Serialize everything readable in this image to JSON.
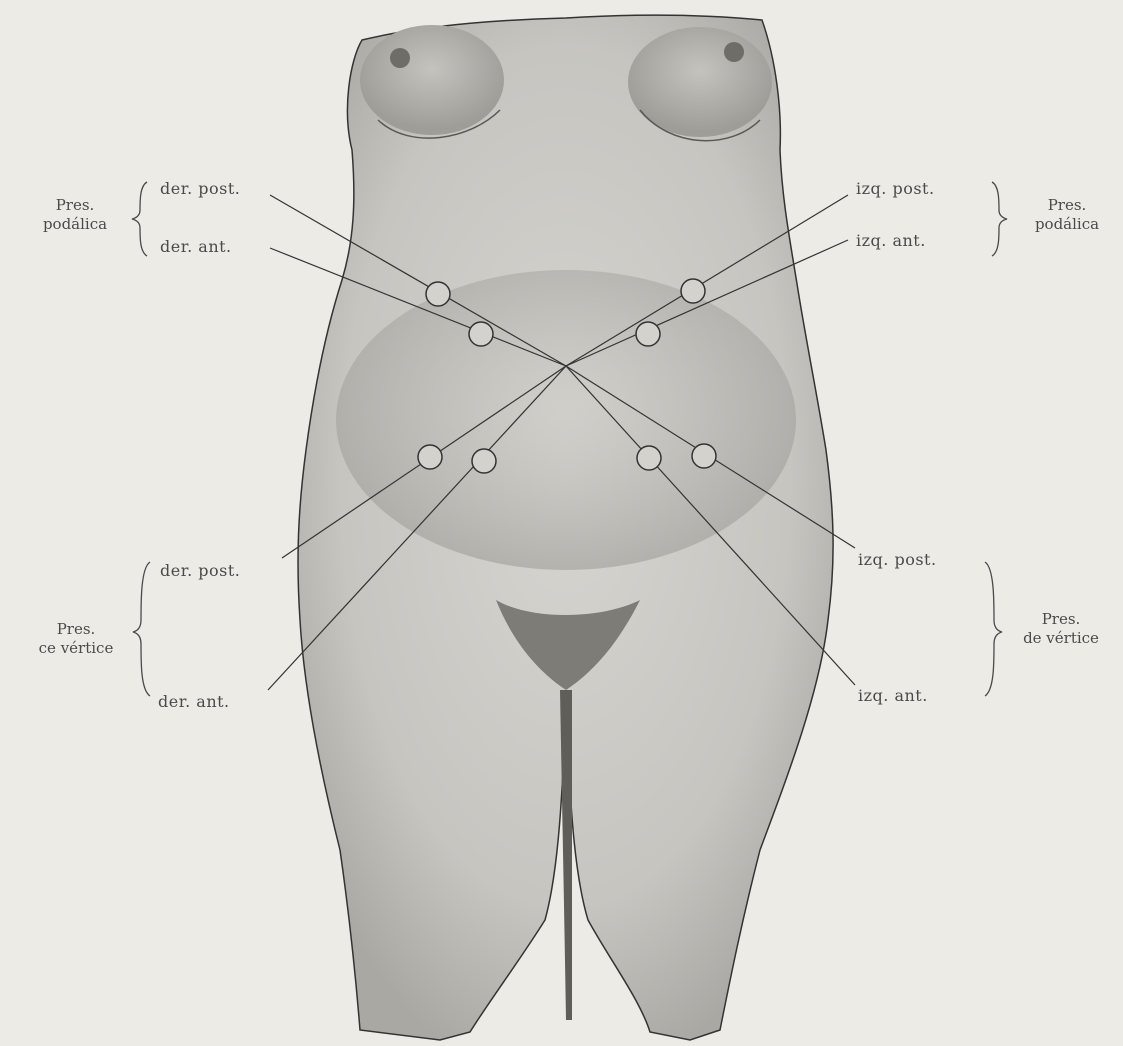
{
  "figure": {
    "left_groups": {
      "podalica": {
        "line1": "Pres.",
        "line2": "podálica"
      },
      "vertice": {
        "line1": "Pres.",
        "line2": "ce vértice"
      }
    },
    "right_groups": {
      "podalica": {
        "line1": "Pres.",
        "line2": "podálica"
      },
      "vertice": {
        "line1": "Pres.",
        "line2": "de vértice"
      }
    },
    "labels": {
      "upper_left_post": "der. post.",
      "upper_left_ant": "der. ant.",
      "upper_right_post": "izq. post.",
      "upper_right_ant": "izq. ant.",
      "lower_left_post": "der. post.",
      "lower_left_ant": "der. ant.",
      "lower_right_post": "izq. post.",
      "lower_right_ant": "izq. ant."
    }
  },
  "colors": {
    "background": "#ecebe6",
    "ink": "#4a4a48",
    "body_fill": "#c9c8c3"
  }
}
